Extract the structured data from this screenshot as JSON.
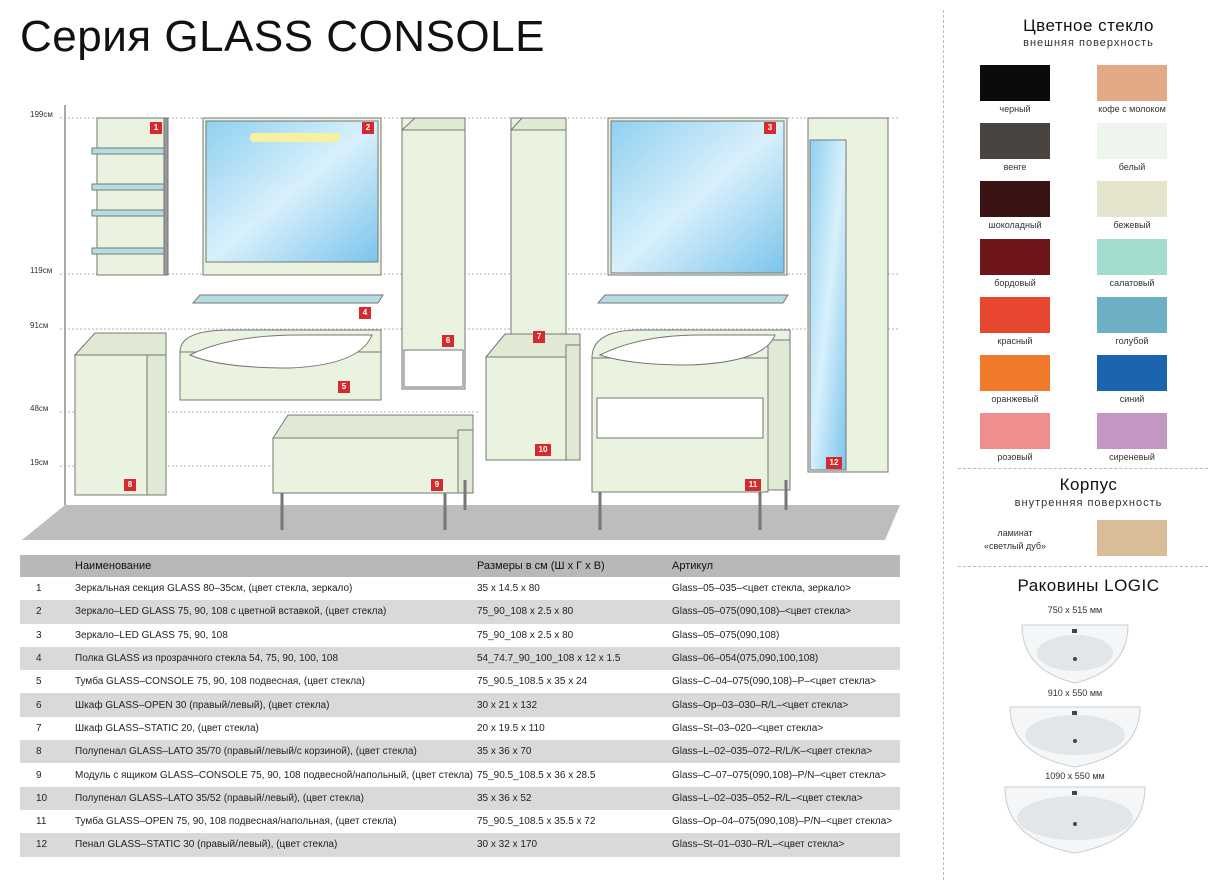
{
  "title": "Серия GLASS CONSOLE",
  "heights": [
    "199см",
    "119см",
    "91см",
    "48см",
    "19см"
  ],
  "badges": [
    "1",
    "2",
    "3",
    "4",
    "5",
    "6",
    "7",
    "8",
    "9",
    "10",
    "11",
    "12"
  ],
  "table": {
    "headers": [
      "",
      "Наименование",
      "Размеры в см (Ш x Г x В)",
      "Артикул"
    ],
    "rows": [
      [
        "1",
        "Зеркальная секция GLASS 80–35см, (цвет стекла, зеркало)",
        "35 x 14.5 x 80",
        "Glass–05–035–<цвет стекла, зеркало>"
      ],
      [
        "2",
        "Зеркало–LED GLASS 75, 90, 108 с цветной вставкой, (цвет стекла)",
        "75_90_108 x 2.5 x 80",
        "Glass–05–075(090,108)–<цвет стекла>"
      ],
      [
        "3",
        "Зеркало–LED GLASS 75, 90, 108",
        "75_90_108 x 2.5 x 80",
        "Glass–05–075(090,108)"
      ],
      [
        "4",
        "Полка GLASS из прозрачного стекла 54, 75, 90, 100, 108",
        "54_74.7_90_100_108 x 12 x 1.5",
        "Glass–06–054(075,090,100,108)"
      ],
      [
        "5",
        "Тумба GLASS–CONSOLE 75, 90, 108 подвесная, (цвет стекла)",
        "75_90.5_108.5 x 35 x 24",
        "Glass–C–04–075(090,108)–P–<цвет стекла>"
      ],
      [
        "6",
        "Шкаф GLASS–OPEN 30 (правый/левый), (цвет стекла)",
        "30 x 21 x 132",
        "Glass–Op–03–030–R/L–<цвет стекла>"
      ],
      [
        "7",
        "Шкаф GLASS–STATIC 20, (цвет стекла)",
        "20 x 19.5 x 110",
        "Glass–St–03–020–<цвет стекла>"
      ],
      [
        "8",
        "Полупенал GLASS–LATO 35/70 (правый/левый/с корзиной), (цвет стекла)",
        "35 x 36 x 70",
        "Glass–L–02–035–072–R/L/K–<цвет стекла>"
      ],
      [
        "9",
        "Модуль с ящиком GLASS–CONSOLE 75, 90, 108 подвесной/напольный, (цвет стекла)",
        "75_90.5_108.5 x 36 x 28.5",
        "Glass–C–07–075(090,108)–P/N–<цвет стекла>"
      ],
      [
        "10",
        "Полупенал GLASS–LATO 35/52 (правый/левый), (цвет стекла)",
        "35 x 36 x 52",
        "Glass–L–02–035–052–R/L–<цвет стекла>"
      ],
      [
        "11",
        "Тумба GLASS–OPEN 75, 90, 108 подвесная/напольная, (цвет стекла)",
        "75_90.5_108.5 x 35.5 x 72",
        "Glass–Op–04–075(090,108)–P/N–<цвет стекла>"
      ],
      [
        "12",
        "Пенал GLASS–STATIC 30 (правый/левый), (цвет стекла)",
        "30 x 32 x 170",
        "Glass–St–01–030–R/L–<цвет стекла>"
      ]
    ]
  },
  "glass": {
    "title": "Цветное стекло",
    "subtitle": "внешняя поверхность",
    "colors": [
      {
        "name": "черный",
        "hex": "#0b0b0d"
      },
      {
        "name": "кофе с молоком",
        "hex": "#e3a886"
      },
      {
        "name": "венге",
        "hex": "#4a4441"
      },
      {
        "name": "белый",
        "hex": "#eef5ec"
      },
      {
        "name": "шоколадный",
        "hex": "#3a1315"
      },
      {
        "name": "бежевый",
        "hex": "#e5e5cd"
      },
      {
        "name": "бордовый",
        "hex": "#6d1518"
      },
      {
        "name": "салатовый",
        "hex": "#a2dcce"
      },
      {
        "name": "красный",
        "hex": "#e8472f"
      },
      {
        "name": "голубой",
        "hex": "#6db0c6"
      },
      {
        "name": "оранжевый",
        "hex": "#f07a2a"
      },
      {
        "name": "синий",
        "hex": "#1d64ae"
      },
      {
        "name": "розовый",
        "hex": "#f08d8e"
      },
      {
        "name": "сиреневый",
        "hex": "#c497c2"
      }
    ]
  },
  "body": {
    "title": "Корпус",
    "subtitle": "внутренняя поверхность",
    "laminate_line1": "ламинат",
    "laminate_line2": "«светлый дуб»",
    "hex": "#d8bd98"
  },
  "sinks": {
    "title": "Раковины LOGIC",
    "sizes": [
      "750 x 515 мм",
      "910 x 550 мм",
      "1090 x 550 мм"
    ]
  }
}
